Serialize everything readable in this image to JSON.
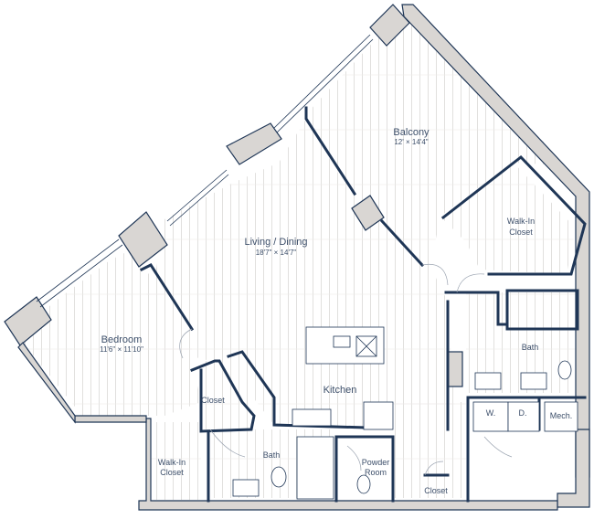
{
  "colors": {
    "wall": "#d9d6d3",
    "wall_outline": "#1f3656",
    "hatch": "#e3e2e0",
    "label": "#3d4f6a"
  },
  "rooms": {
    "balcony": {
      "name": "Balcony",
      "dims": "12' × 14'4\""
    },
    "walk_in_closet_upper": {
      "line1": "Walk-In",
      "line2": "Closet"
    },
    "living_dining": {
      "name": "Living / Dining",
      "dims": "18'7\" × 14'7\""
    },
    "bedroom": {
      "name": "Bedroom",
      "dims": "11'6\" × 11'10\""
    },
    "kitchen": {
      "name": "Kitchen"
    },
    "closet_bedroom": {
      "name": "Closet"
    },
    "bath_main": {
      "name": "Bath"
    },
    "walk_in_closet_lower": {
      "line1": "Walk-In",
      "line2": "Closet"
    },
    "powder_room": {
      "line1": "Powder",
      "line2": "Room"
    },
    "closet_entry": {
      "name": "Closet"
    },
    "bath_right": {
      "name": "Bath"
    },
    "washer": {
      "name": "W."
    },
    "dryer": {
      "name": "D."
    },
    "mech": {
      "name": "Mech."
    }
  }
}
